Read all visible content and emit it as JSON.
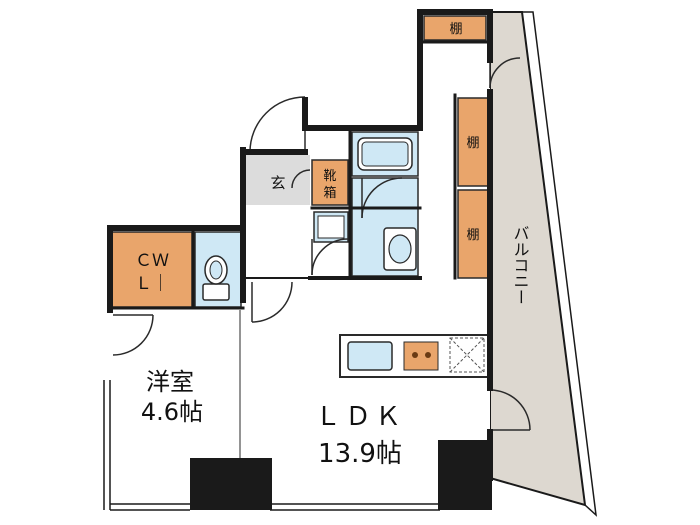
{
  "colors": {
    "wall": "#1a1a1a",
    "storage": "#e9a56b",
    "water": "#cfe8f5",
    "water_stroke": "#2a2a2a",
    "balcony": "#ddd8d0",
    "entrance_floor": "#dcdcdc",
    "floor": "#ffffff"
  },
  "rooms": {
    "ldk_name": "ＬＤＫ",
    "ldk_size": "13.9帖",
    "western_name": "洋室",
    "western_size": "4.6帖",
    "wic_line1": "ＣＷ",
    "wic_line2": "Ｌ｜",
    "entrance": "玄",
    "shoe_line1": "靴",
    "shoe_line2": "箱",
    "shelf_top": "棚",
    "shelf_mid": "棚",
    "shelf_low": "棚",
    "balcony": "バルコニー"
  },
  "icons": [
    "bathtub-icon",
    "washing-machine-icon",
    "washbasin-icon",
    "toilet-icon",
    "kitchen-sink-icon",
    "stove-icon",
    "fridge-space-icon"
  ]
}
